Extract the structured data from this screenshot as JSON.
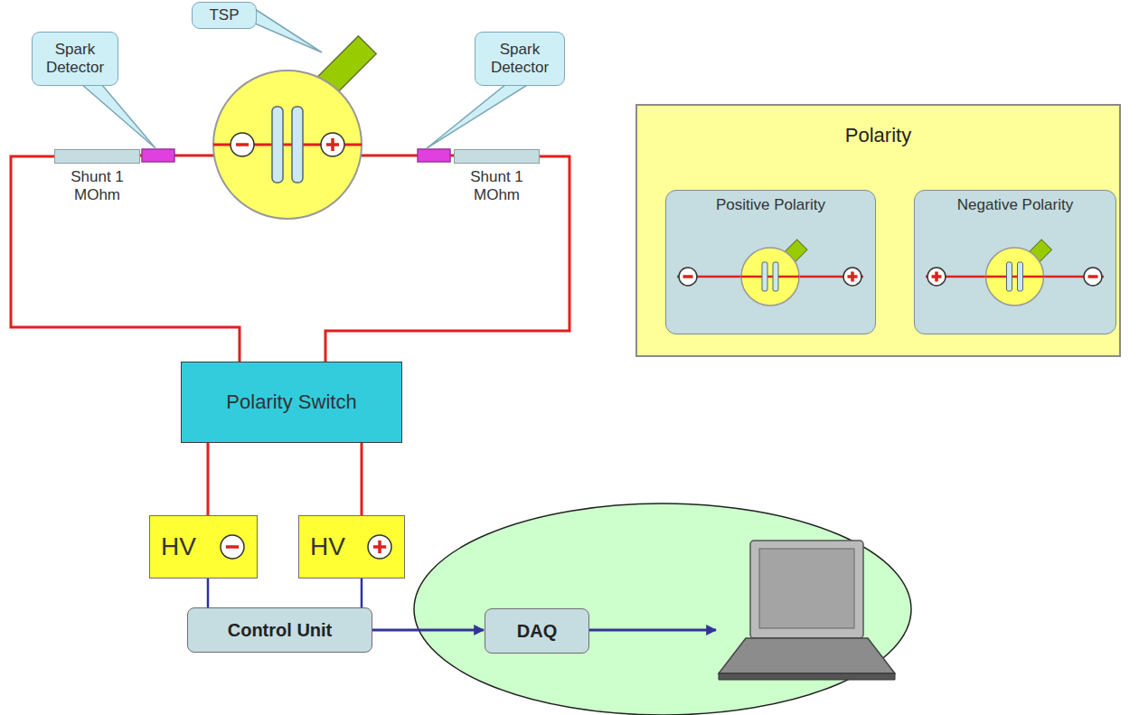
{
  "diagram": {
    "nodes": [
      {
        "text": [
          "Spark Detector"
        ]
      },
      {
        "text": [
          "TSP"
        ]
      },
      {
        "text": [
          "Spark Detector"
        ]
      },
      {
        "text": [
          "Shunt 1 MOhm"
        ]
      },
      {
        "text": [
          "Shunt 1 MOhm"
        ]
      },
      {
        "text": [
          "Polarity"
        ]
      },
      {
        "text": [
          "Positive Polarity"
        ],
        "in": 5
      },
      {
        "text": [
          "Negative Polarity"
        ],
        "in": 5
      },
      {
        "text": [
          "Polarity Switch"
        ]
      },
      {
        "text": [
          "HV"
        ]
      },
      {
        "text": [
          "HV"
        ]
      },
      {
        "text": [
          "Control Unit"
        ]
      },
      {
        "text": [
          "DAQ"
        ]
      }
    ],
    "edges": [
      {
        "from": 3,
        "to": 8,
        "arrow": "none"
      },
      {
        "from": 4,
        "to": 8,
        "arrow": "none"
      },
      {
        "from": 8,
        "to": 9,
        "arrow": "none"
      },
      {
        "from": 8,
        "to": 10,
        "arrow": "none"
      },
      {
        "from": 9,
        "to": 11,
        "arrow": "none"
      },
      {
        "from": 10,
        "to": 11,
        "arrow": "none"
      },
      {
        "from": 11,
        "to": 12,
        "arrow": "to"
      }
    ]
  }
}
